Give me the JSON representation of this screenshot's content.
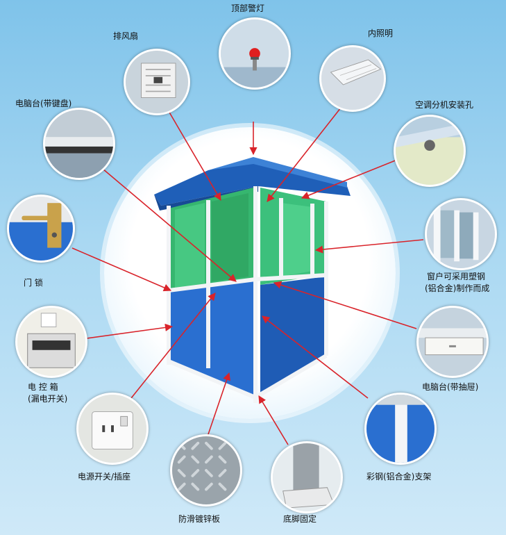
{
  "labels": {
    "top_light": "顶部警灯",
    "exhaust_fan": "排风扇",
    "interior_light": "内照明",
    "pc_desk_keyboard": "电脑台(带键盘)",
    "ac_hole": "空调分机安装孔",
    "door_lock": "门  锁",
    "window_line1": "窗户可采用塑钢",
    "window_line2": "(铝合金)制作而成",
    "control_box_line1": "电  控  箱",
    "control_box_line2": "(漏电开关)",
    "pc_desk_drawer": "电脑台(带抽屉)",
    "power_switch": "电源开关/插座",
    "antislip_plate": "防滑镀锌板",
    "base_fix": "底脚固定",
    "color_steel": "彩钢(铝合金)支架"
  },
  "colors": {
    "arrow": "#d9232a",
    "roof": "#1f5fb8",
    "panel": "#2a6fd0",
    "glass": "#3fc07a",
    "frame": "#f2f4f6"
  },
  "icons": [
    "beacon-light",
    "exhaust-fan",
    "ceiling-light",
    "keyboard-desk",
    "ac-hole",
    "door-lock",
    "window-frame",
    "control-box",
    "drawer-desk",
    "power-socket",
    "checker-plate",
    "base-post",
    "color-steel-post"
  ]
}
